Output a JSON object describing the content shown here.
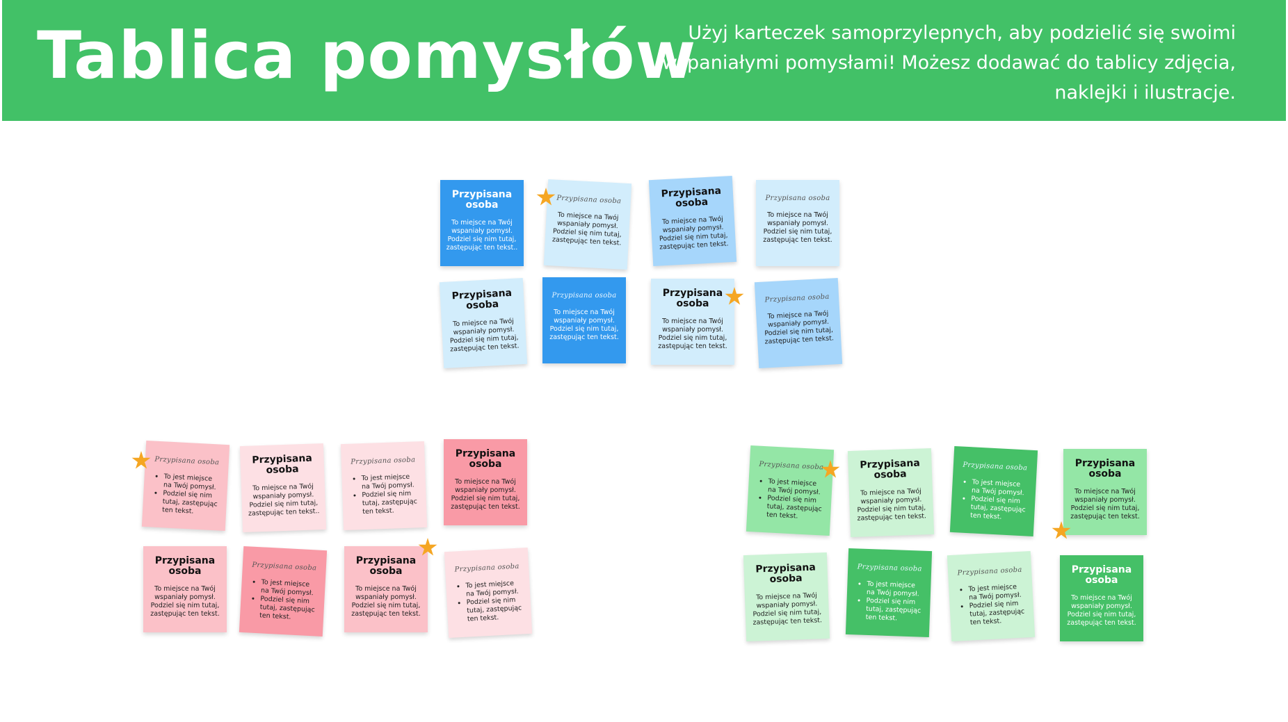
{
  "header": {
    "title": "Tablica pomysłów",
    "subtitle": "Użyj karteczek samoprzylepnych, aby podzielić się swoimi wspaniałymi pomysłami! Możesz dodawać do tablicy zdjęcia, naklejki i ilustracje."
  },
  "colors": {
    "header_green": "#42c167",
    "blue_dark": "#3399ee",
    "blue_mid": "#a6d6fb",
    "blue_light": "#d2edfc",
    "pink_dark": "#f99aa6",
    "pink_mid": "#fbc1c8",
    "pink_light": "#fde0e4",
    "green_dark": "#45c067",
    "green_mid": "#94e6a6",
    "green_light": "#ccf3d5",
    "star": "#f5a623"
  },
  "notes": [
    {
      "group": "blue",
      "name": "Przypisana osoba",
      "text": "To miejsce na Twój wspaniały pomysł. Podziel się nim tutaj, zastępując ten tekst.."
    },
    {
      "group": "blue",
      "name": "Przypisana osoba",
      "text": "To miejsce na Twój wspaniały pomysł. Podziel się nim tutaj, zastępując ten tekst."
    },
    {
      "group": "blue",
      "name": "Przypisana osoba",
      "text": "To miejsce na Twój wspaniały pomysł. Podziel się nim tutaj, zastępując ten tekst."
    },
    {
      "group": "blue",
      "name": "Przypisana osoba",
      "text": "To miejsce na Twój wspaniały pomysł. Podziel się nim tutaj, zastępując ten tekst."
    },
    {
      "group": "blue",
      "name": "Przypisana osoba",
      "text": "To miejsce na Twój wspaniały pomysł. Podziel się nim tutaj, zastępując ten tekst."
    },
    {
      "group": "blue",
      "name": "Przypisana osoba",
      "text": "To miejsce na Twój wspaniały pomysł. Podziel się nim tutaj, zastępując ten tekst."
    },
    {
      "group": "blue",
      "name": "Przypisana osoba",
      "text": "To miejsce na Twój wspaniały pomysł. Podziel się nim tutaj, zastępując ten tekst."
    },
    {
      "group": "blue",
      "name": "Przypisana osoba",
      "text": "To miejsce na Twój wspaniały pomysł. Podziel się nim tutaj, zastępując ten tekst."
    },
    {
      "group": "pink",
      "name": "Przypisana osoba",
      "bullets": [
        "To jest miejsce na Twój pomysł.",
        "Podziel się nim tutaj, zastępując ten tekst."
      ]
    },
    {
      "group": "pink",
      "name": "Przypisana osoba",
      "text": "To miejsce na Twój wspaniały pomysł. Podziel się nim tutaj, zastępując ten tekst.."
    },
    {
      "group": "pink",
      "name": "Przypisana osoba",
      "bullets": [
        "To jest miejsce na Twój pomysł.",
        "Podziel się nim tutaj, zastępując ten tekst."
      ]
    },
    {
      "group": "pink",
      "name": "Przypisana osoba",
      "text": "To miejsce na Twój wspaniały pomysł. Podziel się nim tutaj, zastępując ten tekst."
    },
    {
      "group": "pink",
      "name": "Przypisana osoba",
      "text": "To miejsce na Twój wspaniały pomysł. Podziel się nim tutaj, zastępując ten tekst."
    },
    {
      "group": "pink",
      "name": "Przypisana osoba",
      "bullets": [
        "To jest miejsce na Twój pomysł.",
        "Podziel się nim tutaj, zastępując ten tekst."
      ]
    },
    {
      "group": "pink",
      "name": "Przypisana osoba",
      "text": "To miejsce na Twój wspaniały pomysł. Podziel się nim tutaj, zastępując ten tekst."
    },
    {
      "group": "pink",
      "name": "Przypisana osoba",
      "bullets": [
        "To jest miejsce na Twój pomysł.",
        "Podziel się nim tutaj, zastępując ten tekst."
      ]
    },
    {
      "group": "green",
      "name": "Przypisana osoba",
      "bullets": [
        "To jest miejsce na Twój pomysł.",
        "Podziel się nim tutaj, zastępując ten tekst."
      ]
    },
    {
      "group": "green",
      "name": "Przypisana osoba",
      "text": "To miejsce na Twój wspaniały pomysł. Podziel się nim tutaj, zastępując ten tekst."
    },
    {
      "group": "green",
      "name": "Przypisana osoba",
      "bullets": [
        "To jest miejsce na Twój pomysł.",
        "Podziel się nim tutaj, zastępując ten tekst."
      ]
    },
    {
      "group": "green",
      "name": "Przypisana osoba",
      "text": "To miejsce na Twój wspaniały pomysł. Podziel się nim tutaj, zastępując ten tekst."
    },
    {
      "group": "green",
      "name": "Przypisana osoba",
      "text": "To miejsce na Twój wspaniały pomysł. Podziel się nim tutaj, zastępując ten tekst."
    },
    {
      "group": "green",
      "name": "Przypisana osoba",
      "bullets": [
        "To jest miejsce na Twój pomysł.",
        "Podziel się nim tutaj, zastępując ten tekst."
      ]
    },
    {
      "group": "green",
      "name": "Przypisana osoba",
      "bullets": [
        "To jest miejsce na Twój pomysł.",
        "Podziel się nim tutaj, zastępując ten tekst."
      ]
    },
    {
      "group": "green",
      "name": "Przypisana osoba",
      "text": "To miejsce na Twój wspaniały pomysł. Podziel się nim tutaj, zastępując ten tekst."
    }
  ]
}
